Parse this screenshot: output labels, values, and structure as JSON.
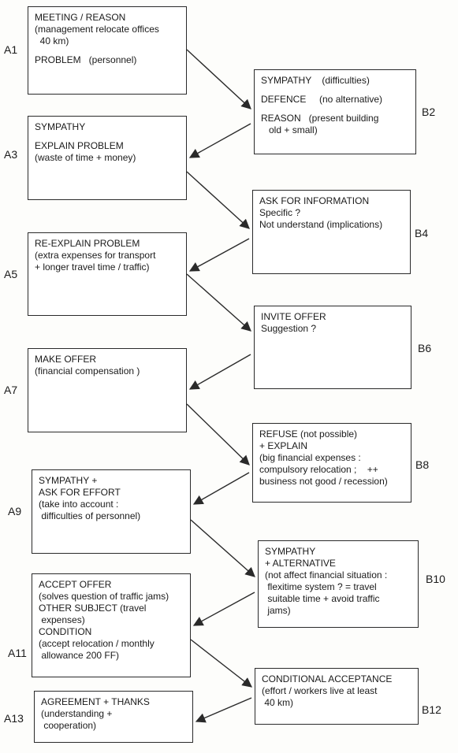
{
  "colors": {
    "ink": "#2a2a2a",
    "paper": "#fdfdfb"
  },
  "steps": [
    {
      "id": "A1",
      "lines": [
        "MEETING / REASON",
        "(management relocate offices",
        "  40 km)",
        "",
        "PROBLEM   (personnel)"
      ]
    },
    {
      "id": "B2",
      "lines": [
        "SYMPATHY    (difficulties)",
        "",
        "DEFENCE     (no alternative)",
        "",
        "REASON   (present building",
        "   old + small)"
      ]
    },
    {
      "id": "A3",
      "lines": [
        "SYMPATHY",
        "",
        "EXPLAIN PROBLEM",
        "(waste of time + money)"
      ]
    },
    {
      "id": "B4",
      "lines": [
        "ASK FOR INFORMATION",
        "Specific ?",
        "Not understand (implications)"
      ]
    },
    {
      "id": "A5",
      "lines": [
        "RE-EXPLAIN PROBLEM",
        "(extra expenses for transport",
        "+ longer travel time / traffic)"
      ]
    },
    {
      "id": "B6",
      "lines": [
        "INVITE OFFER",
        "Suggestion ?"
      ]
    },
    {
      "id": "A7",
      "lines": [
        "MAKE OFFER",
        "(financial compensation )"
      ]
    },
    {
      "id": "B8",
      "lines": [
        "REFUSE (not possible)",
        "+ EXPLAIN",
        "(big financial expenses :",
        "compulsory relocation ;    ++",
        "business not good / recession)"
      ]
    },
    {
      "id": "A9",
      "lines": [
        "SYMPATHY +",
        "ASK FOR EFFORT",
        "(take into account :",
        " difficulties of personnel)"
      ]
    },
    {
      "id": "B10",
      "lines": [
        "SYMPATHY",
        "+ ALTERNATIVE",
        "(not affect financial situation :",
        " flexitime system ? = travel",
        " suitable time + avoid traffic",
        " jams)"
      ]
    },
    {
      "id": "A11",
      "lines": [
        "ACCEPT OFFER",
        "(solves question of traffic jams)",
        "OTHER SUBJECT (travel",
        " expenses)",
        "CONDITION",
        "(accept relocation / monthly",
        " allowance 200 FF)"
      ]
    },
    {
      "id": "B12",
      "lines": [
        "CONDITIONAL ACCEPTANCE",
        "(effort / workers live at least",
        " 40 km)"
      ]
    },
    {
      "id": "A13",
      "lines": [
        "AGREEMENT + THANKS",
        "(understanding +",
        " cooperation)"
      ]
    }
  ]
}
